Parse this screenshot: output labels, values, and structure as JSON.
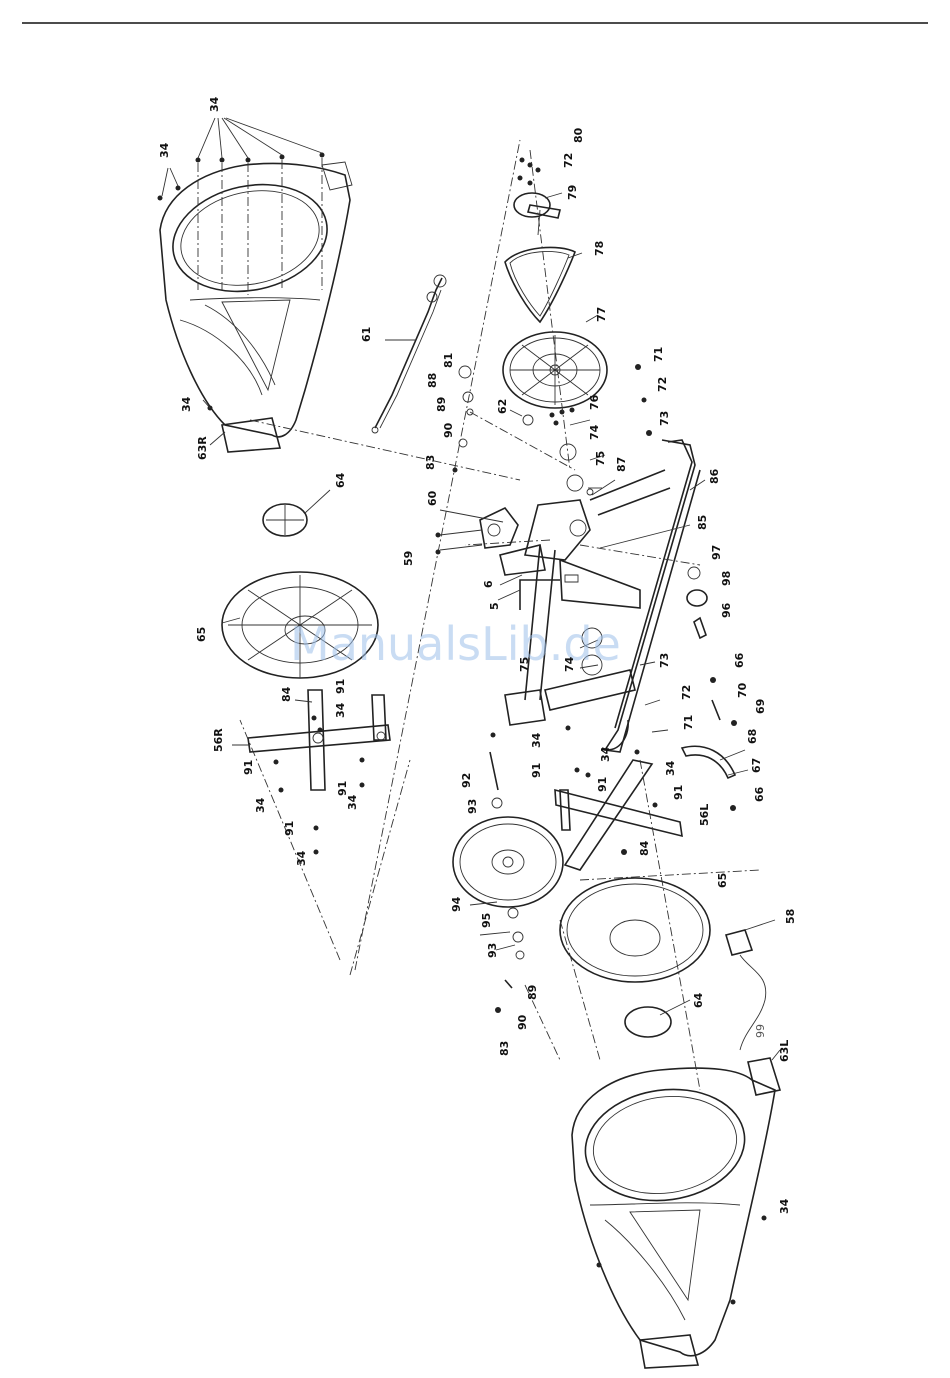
{
  "watermark": "ManualsLib.de",
  "labels": {
    "l34a": "34",
    "l34b": "34",
    "l34c": "34",
    "l34d": "34",
    "l34e": "34",
    "l34f": "34",
    "l34g": "34",
    "l34h": "34",
    "l34i": "34",
    "l34j": "34",
    "l34k": "34",
    "l63r": "63R",
    "l63l": "63L",
    "l64a": "64",
    "l64b": "64",
    "l65a": "65",
    "l65b": "65",
    "l84a": "84",
    "l84b": "84",
    "l56r": "56R",
    "l56l": "56L",
    "l91a": "91",
    "l91b": "91",
    "l91c": "91",
    "l91d": "91",
    "l91e": "91",
    "l91f": "91",
    "l91g": "91",
    "l61": "61",
    "l80": "80",
    "l72a": "72",
    "l72b": "72",
    "l72c": "72",
    "l79": "79",
    "l78": "78",
    "l77": "77",
    "l81": "81",
    "l88": "88",
    "l89a": "89",
    "l89b": "89",
    "l90a": "90",
    "l90b": "90",
    "l83a": "83",
    "l83b": "83",
    "l62": "62",
    "l76": "76",
    "l74a": "74",
    "l74b": "74",
    "l75a": "75",
    "l75b": "75",
    "l87": "87",
    "l71a": "71",
    "l71b": "71",
    "l73a": "73",
    "l73b": "73",
    "l86": "86",
    "l60": "60",
    "l59": "59",
    "l6": "6",
    "l5": "5",
    "l85": "85",
    "l97": "97",
    "l98": "98",
    "l96": "96",
    "l66a": "66",
    "l66b": "66",
    "l70": "70",
    "l69": "69",
    "l68": "68",
    "l67": "67",
    "l92": "92",
    "l93a": "93",
    "l93b": "93",
    "l94": "94",
    "l95": "95",
    "l58": "58",
    "l99": "99"
  }
}
